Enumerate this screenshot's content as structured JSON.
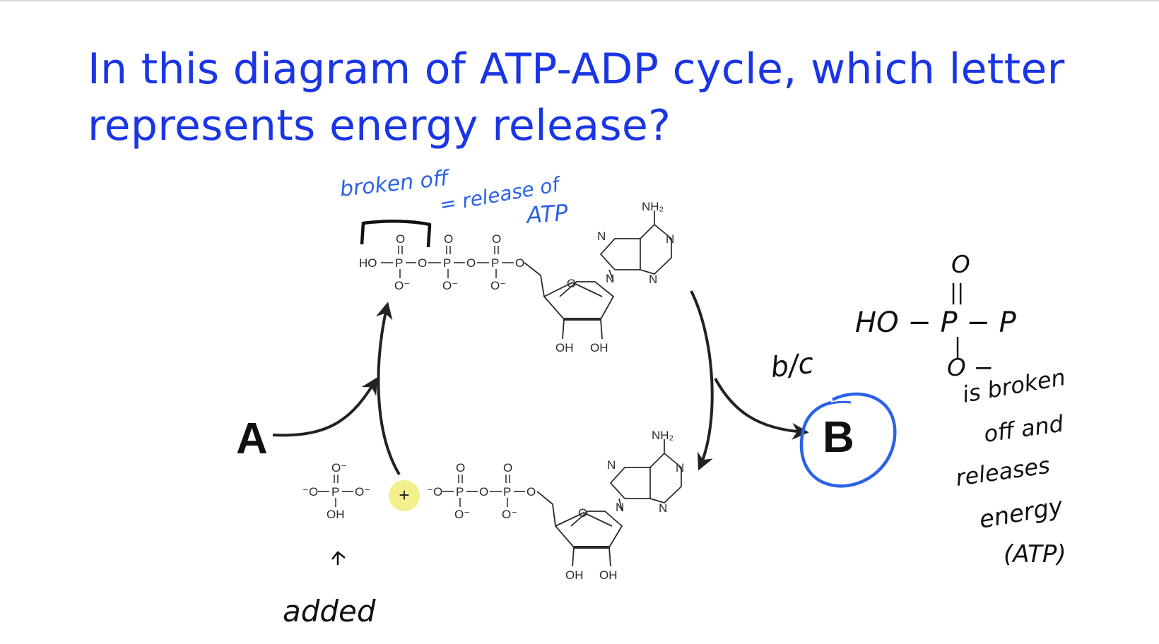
{
  "slide": {
    "title_line1": "In this diagram of ATP-ADP cycle, which letter",
    "title_line2": "represents energy release?"
  },
  "colors": {
    "title": "#1a35e6",
    "annotation_blue": "#2b62e6",
    "ink": "#111111",
    "highlight": "#f3ef8c"
  },
  "diagram": {
    "label_a": "A",
    "label_b": "B",
    "plus": "+",
    "atp": {
      "ho": "HO",
      "o": "O",
      "o_minus": "O⁻",
      "p": "P",
      "nh2": "NH₂",
      "n": "N",
      "oh": "OH"
    },
    "phosphate": {
      "o_minus_left": "⁻O",
      "o_minus_right": "O⁻",
      "o_minus_top": "O⁻",
      "p": "P",
      "oh": "OH"
    },
    "adp": {
      "o_minus_left": "⁻O",
      "o": "O",
      "o_minus": "O⁻",
      "p": "P",
      "nh2": "NH₂",
      "n": "N",
      "oh": "OH"
    }
  },
  "annotations": {
    "broken_off_1": "broken off",
    "broken_off_2": "= release of",
    "broken_off_3": "ATP",
    "added": "added",
    "because": "b/c",
    "formula_o_top": "O",
    "formula_double_bond": "||",
    "formula_main": "HO − P − P",
    "formula_bond_down": "|",
    "formula_o_minus": "O −",
    "note_1": "is broken",
    "note_2": "off and",
    "note_3": "releases",
    "note_4": "energy",
    "note_5": "(ATP)"
  }
}
